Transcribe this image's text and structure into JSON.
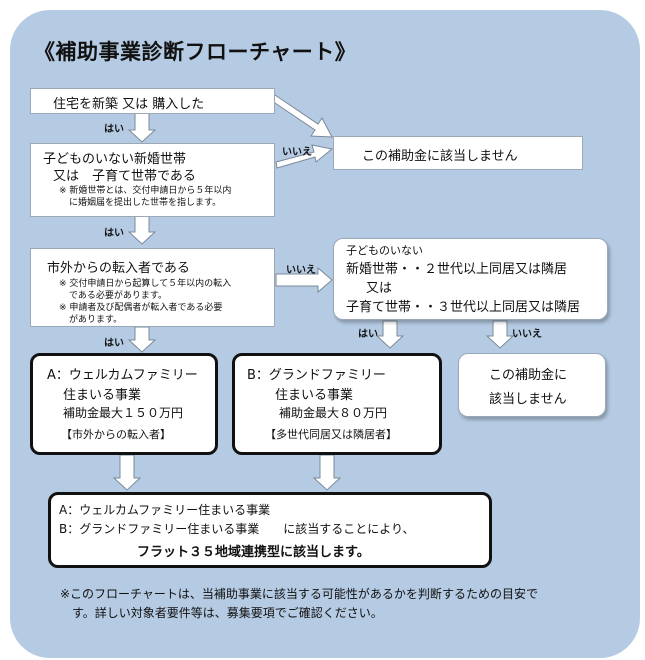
{
  "title": "《補助事業診断フローチャート》",
  "steps": {
    "q1": "住宅を新築 又は 購入した",
    "q2_line1": "子どものいない新婚世帯",
    "q2_line2": "又は　子育て世帯である",
    "q2_note1": "※ 新婚世帯とは、交付申請日から５年以内",
    "q2_note2": "に婚姻届を提出した世帯を指します。",
    "q3": "市外からの転入者である",
    "q3_note1": "※ 交付申請日から起算して５年以内の転入",
    "q3_note2": "である必要があります。",
    "q3_note3": "※ 申請者及び配偶者が転入者である必要",
    "q3_note4": "があります。",
    "q4_line1": "子どものいない",
    "q4_line2": "新婚世帯・・２世代以上同居又は隣居",
    "q4_line3": "又は",
    "q4_line4": "子育て世帯・・３世代以上同居又は隣居"
  },
  "outcomes": {
    "not_eligible_1": "この補助金に該当しません",
    "not_eligible_2_line1": "この補助金に",
    "not_eligible_2_line2": "該当しません",
    "a_line1": "A：ウェルカムファミリー",
    "a_line2": "住まいる事業",
    "a_line3": "補助金最大１５０万円",
    "a_line4": "【市外からの転入者】",
    "b_line1": "B：グランドファミリー",
    "b_line2": "住まいる事業",
    "b_line3": "補助金最大８０万円",
    "b_line4": "【多世代同居又は隣居者】"
  },
  "final": {
    "line1": "A：ウェルカムファミリー住まいる事業",
    "line2": "B：グランドファミリー住まいる事業　　に該当することにより、",
    "line3": "フラット３５地域連携型に該当します。"
  },
  "labels": {
    "yes": "はい",
    "no": "いいえ"
  },
  "footer": {
    "line1": "※このフローチャートは、当補助事業に該当する可能性があるかを判断するための目安で",
    "line2": "す。詳しい対象者要件等は、募集要項でご確認ください。"
  }
}
